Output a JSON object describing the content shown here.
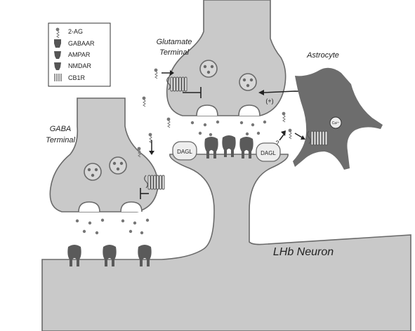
{
  "legend": {
    "items": [
      {
        "icon": "2-ag-icon",
        "label": "2-AG"
      },
      {
        "icon": "gabaar-icon",
        "label": "GABAAR"
      },
      {
        "icon": "ampar-icon",
        "label": "AMPAR"
      },
      {
        "icon": "nmdar-icon",
        "label": "NMDAR"
      },
      {
        "icon": "cb1r-icon",
        "label": "CB1R"
      }
    ]
  },
  "labels": {
    "glutamate_line1": "Glutamate",
    "glutamate_line2": "Terminal",
    "gaba_line1": "GABA",
    "gaba_line2": "Terminal",
    "astrocyte": "Astrocyte",
    "lhb_neuron": "LHb Neuron",
    "dagl_left": "DAGL",
    "dagl_right": "DAGL",
    "plus": "(+)",
    "question": "?",
    "ca": "Ca²⁺"
  },
  "colors": {
    "membrane": "#c9c9c9",
    "outline": "#6a6a6a",
    "receptor": "#555555",
    "astrocyte": "#6d6d6d"
  }
}
